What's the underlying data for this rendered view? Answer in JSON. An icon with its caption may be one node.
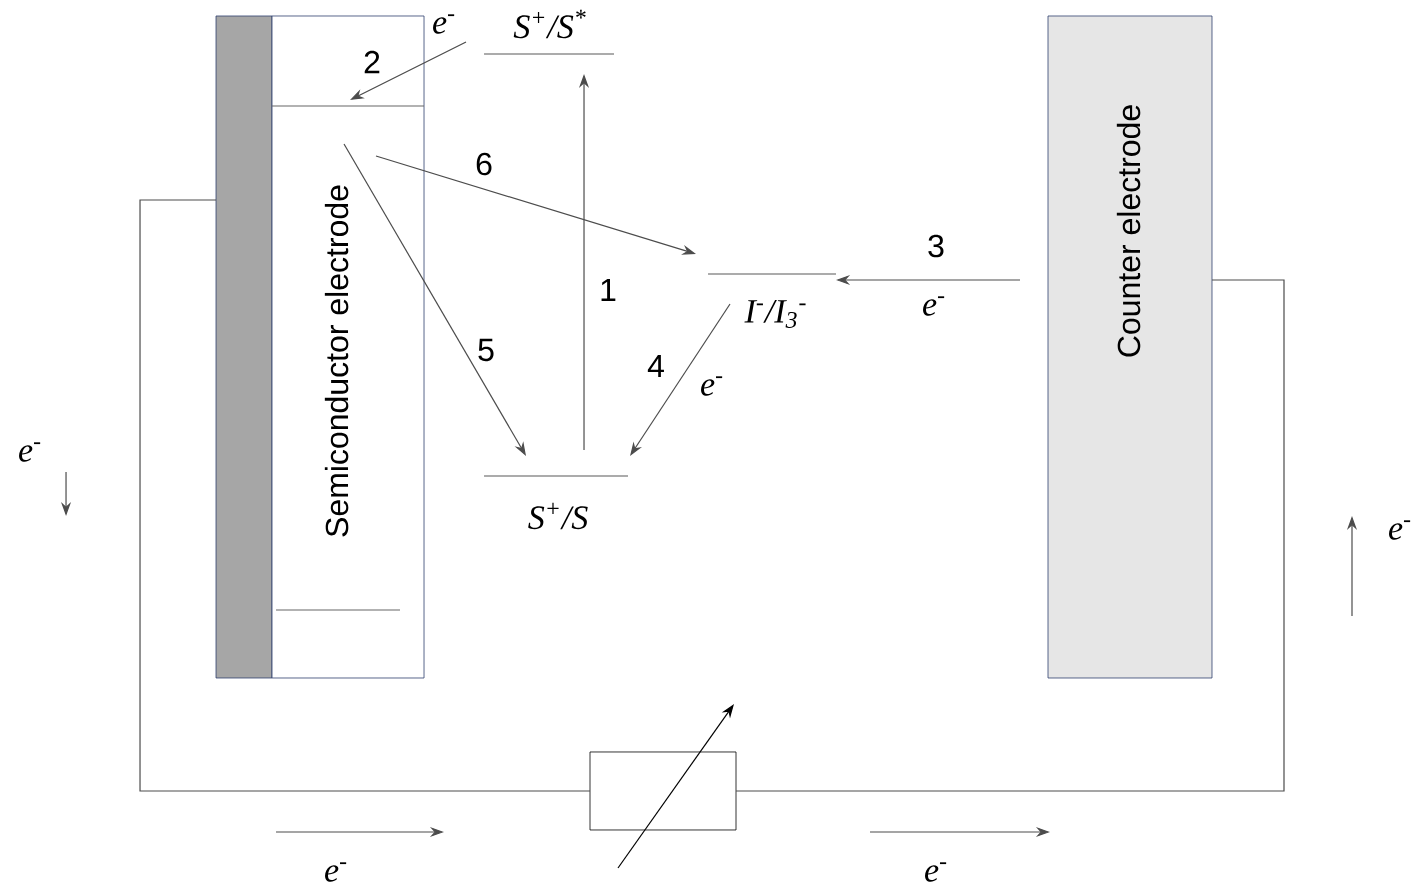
{
  "diagram": {
    "nodes": [
      {
        "text": [],
        "shape": "bar"
      },
      {
        "text": [
          "Semiconductor electrode"
        ]
      },
      {
        "text": [
          "S$^{+}$/S$^{*}$"
        ]
      },
      {
        "text": [
          "I$^{-}$/I$_{3}$$^{-}$"
        ]
      },
      {
        "text": [
          "S$^{+}$/S"
        ]
      },
      {
        "text": [
          "Counter electrode"
        ]
      },
      {
        "text": [],
        "shape": "box"
      }
    ],
    "edges": [
      {
        "from": 2,
        "to": 1,
        "arrow": "to",
        "label": "2"
      },
      {
        "from": 4,
        "to": 2,
        "arrow": "to",
        "label": "1"
      },
      {
        "from": 1,
        "to": 4,
        "arrow": "to",
        "label": "5"
      },
      {
        "from": 1,
        "to": 3,
        "arrow": "to",
        "label": "6"
      },
      {
        "from": 3,
        "to": 4,
        "arrow": "to",
        "label": "4"
      },
      {
        "from": 5,
        "to": 3,
        "arrow": "to",
        "label": "3"
      },
      {
        "from": 0,
        "to": 6,
        "arrow": "none"
      },
      {
        "from": 6,
        "to": 5,
        "arrow": "none"
      }
    ],
    "labels": [
      "e$^{-}$",
      "e$^{-}$",
      "e$^{-}$",
      "e$^{-}$",
      "e$^{-}$",
      "e$^{-}$",
      "e$^{-}$"
    ]
  }
}
